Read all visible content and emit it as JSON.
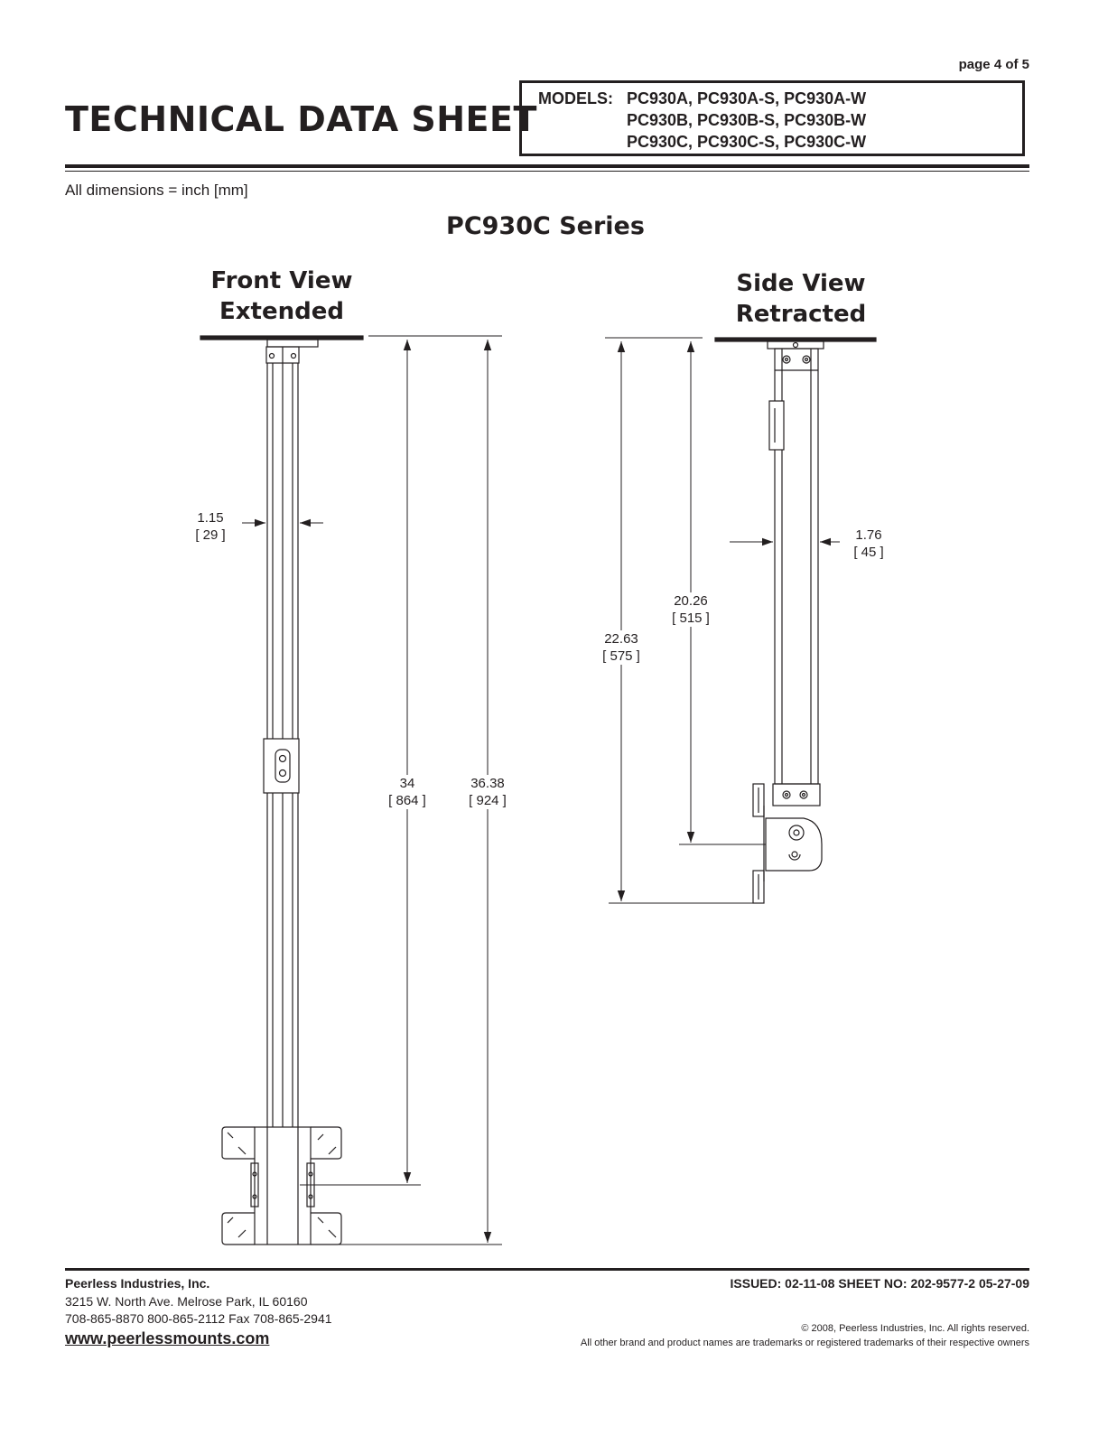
{
  "header": {
    "page_number": "page 4 of 5",
    "title": "TECHNICAL DATA SHEET",
    "models_label": "MODELS:",
    "models": [
      "PC930A, PC930A-S, PC930A-W",
      "PC930B, PC930B-S, PC930B-W",
      "PC930C, PC930C-S, PC930C-W"
    ]
  },
  "dimensions_note": "All dimensions = inch [mm]",
  "series_title": "PC930C Series",
  "front_view": {
    "title_line1": "Front View",
    "title_line2": "Extended",
    "dims": {
      "width": {
        "inch": "1.15",
        "mm": "[ 29 ]"
      },
      "length": {
        "inch": "34",
        "mm": "[ 864 ]"
      },
      "overall": {
        "inch": "36.38",
        "mm": "[ 924 ]"
      }
    }
  },
  "side_view": {
    "title_line1": "Side View",
    "title_line2": "Retracted",
    "dims": {
      "width": {
        "inch": "1.76",
        "mm": "[ 45 ]"
      },
      "length": {
        "inch": "20.26",
        "mm": "[ 515 ]"
      },
      "overall": {
        "inch": "22.63",
        "mm": "[ 575 ]"
      }
    }
  },
  "footer": {
    "company": "Peerless Industries, Inc.",
    "address": "3215 W. North Ave.  Melrose Park, IL 60160",
    "phones": "708-865-8870   800-865-2112  Fax 708-865-2941",
    "website": "www.peerlessmounts.com",
    "issued": "ISSUED: 02-11-08   SHEET NO: 202-9577-2   05-27-09",
    "copyright": "© 2008, Peerless Industries, Inc. All rights reserved.",
    "trademarks": "All other brand and product names are trademarks or registered trademarks of their respective owners"
  }
}
